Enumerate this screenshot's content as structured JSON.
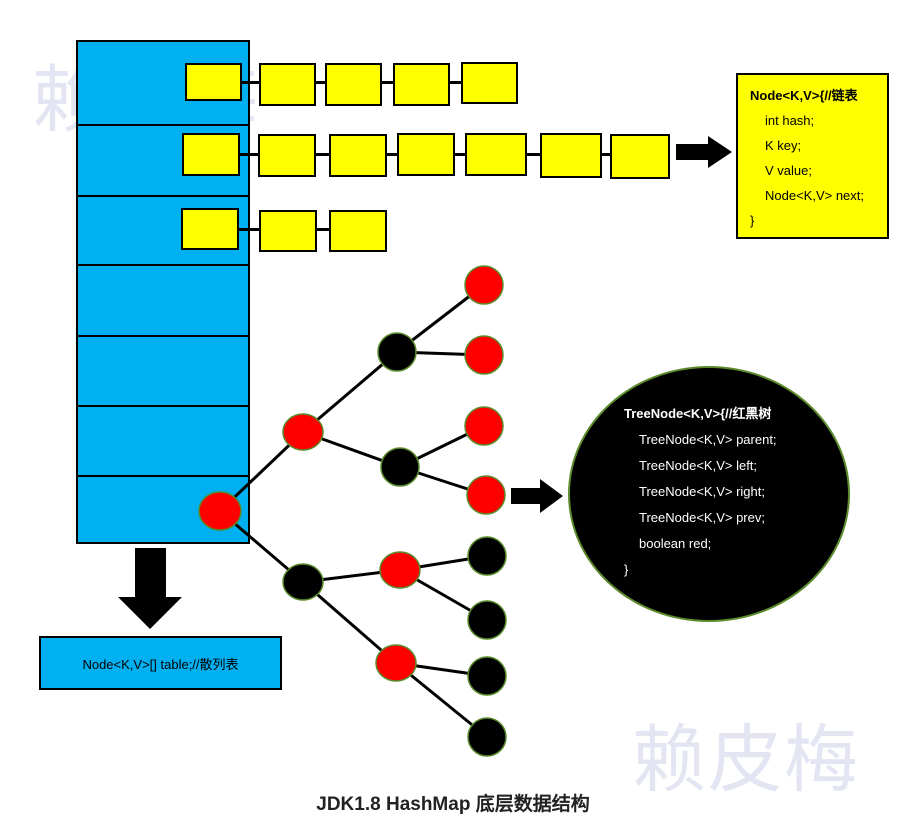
{
  "watermarks": [
    "赖皮梅",
    "赖皮梅"
  ],
  "linked_node_box": {
    "title": "Node<K,V>{//链表",
    "fields": [
      "int hash;",
      "K key;",
      "V value;",
      "Node<K,V> next;"
    ],
    "close": "}"
  },
  "tree_node_box": {
    "title": "TreeNode<K,V>{//红黑树",
    "fields": [
      "TreeNode<K,V> parent;",
      "TreeNode<K,V> left;",
      "TreeNode<K,V> right;",
      "TreeNode<K,V> prev;",
      "boolean red;"
    ],
    "close": "}"
  },
  "table_label": "Node<K,V>[] table;//散列表",
  "caption": "JDK1.8 HashMap 底层数据结构",
  "colors": {
    "table_blue": "#00b0f0",
    "list_yellow": "#ffff00",
    "tree_red": "#ff0000",
    "tree_black": "#000000",
    "node_outline_green": "#5a8a2a"
  }
}
